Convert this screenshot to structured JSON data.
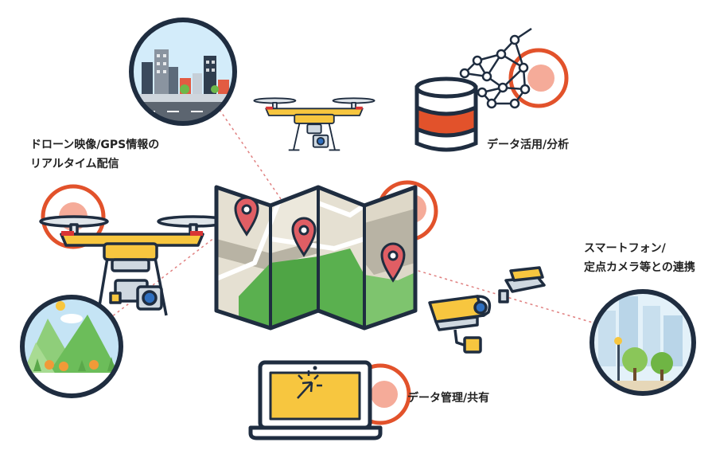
{
  "labels": {
    "drone_stream_line1": "ドローン映像/GPS情報の",
    "drone_stream_line2": "リアルタイム配信",
    "data_analysis": "データ活用/分析",
    "smartphone_line1": "スマートフォン/",
    "smartphone_line2": "定点カメラ等との連携",
    "data_management": "データ管理/共有"
  },
  "colors": {
    "orange_ring": "#e2522b",
    "soft_disc": "#f5ab99",
    "drone_yellow": "#f7c63f",
    "drone_red": "#d93535",
    "outline": "#1f2d40",
    "map_green": "#5ab04f",
    "map_beige": "#e5e0d2",
    "map_gray": "#b8b3a4",
    "pin": "#e05e64",
    "sky_blue": "#c5e4f5",
    "server_red": "#e2522b"
  },
  "icons": [
    "city-icon",
    "drone-icon",
    "database-icon",
    "network-icon",
    "folded-map-icon",
    "map-pin-icon",
    "security-camera-icon",
    "landscape-icon",
    "park-icon",
    "laptop-icon",
    "cursor-icon"
  ]
}
